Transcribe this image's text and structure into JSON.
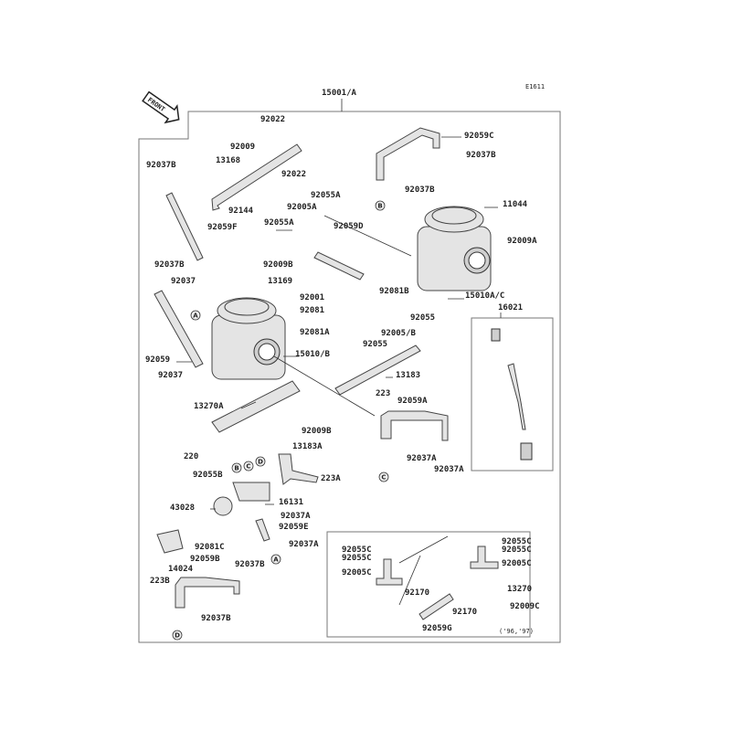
{
  "diagram_code": "E1611",
  "assembly_label": "15001/A",
  "front_marker": "FRONT",
  "year_note": "('96,'97)",
  "labels": [
    "92022",
    "92009",
    "13168",
    "92022",
    "92037B",
    "92144",
    "92059F",
    "92055A",
    "92005A",
    "92055A",
    "92059D",
    "92037B",
    "92009B",
    "92037",
    "13169",
    "92001",
    "92081",
    "92081A",
    "15010/B",
    "92059",
    "92037",
    "13270A",
    "92059C",
    "92037B",
    "92037B",
    "11044",
    "92009A",
    "92081B",
    "15010A/C",
    "92055",
    "92005/B",
    "92055",
    "16021",
    "13183",
    "223",
    "92059A",
    "92009B",
    "13183A",
    "220",
    "223A",
    "92037A",
    "92037A",
    "92055B",
    "43028",
    "16131",
    "92037A",
    "92059E",
    "92037A",
    "92081C",
    "92059B",
    "14024",
    "223B",
    "92037B",
    "92037B",
    "92055C",
    "92055C",
    "92005C",
    "92170",
    "92170",
    "92059G",
    "92055C",
    "92055C",
    "92005C",
    "13270",
    "92009C"
  ],
  "reference_markers": [
    "B",
    "A",
    "C",
    "B",
    "C",
    "D",
    "A",
    "D"
  ]
}
